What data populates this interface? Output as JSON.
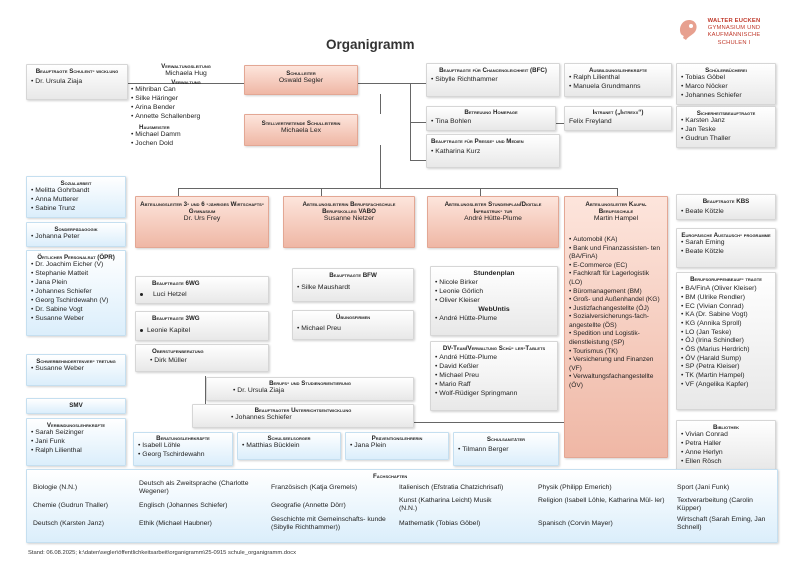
{
  "title": "Organigramm",
  "logo": {
    "line1": "WALTER EUCKEN",
    "line2": "GYMNASIUM UND",
    "line3": "KAUFMÄNNISCHE",
    "line4": "SCHULEN I"
  },
  "schulentwicklung": {
    "title": "Beauftragte Schulent- wicklung",
    "people": [
      "Dr. Ursula Ziaja"
    ]
  },
  "verwaltung": {
    "title1": "Verwaltungsleitung",
    "lead": "Michaela Hug",
    "title2": "Verwaltung",
    "people": [
      "Mihriban Can",
      "Silke Häringer",
      "Arina Bender",
      "Annette Schallenberg"
    ],
    "title3": "Hausmeister",
    "hm": [
      "Michael Damm",
      "Jochen Dold"
    ]
  },
  "schulleiter": {
    "title": "Schulleiter",
    "name": "Oswald Segler"
  },
  "stellvertretend": {
    "title": "Stellvertretende Schulleiterin",
    "name": "Michaela Lex"
  },
  "chancengleichheit": {
    "title": "Beauftragte für Chancengleichheit (BFC)",
    "people": [
      "Sibylle Richthammer"
    ]
  },
  "ausbildung": {
    "title": "Ausbildungslehrkräfte",
    "people": [
      "Ralph Lilienthal",
      "Manuela Grundmanns"
    ]
  },
  "schuelerbuecherei": {
    "title": "Schülerbücherei",
    "people": [
      "Tobias Göbel",
      "Marco Nöcker",
      "Johannes Schiefer"
    ]
  },
  "homepage": {
    "title": "Betreuung Homepage",
    "people": [
      "Tina Bohlen"
    ]
  },
  "intranet": {
    "title": "Intranet („Intrexx“)",
    "name": "Felix Freyland"
  },
  "sicherheit": {
    "title": "Sicherheitsbeauftragte",
    "people": [
      "Karsten Janz",
      "Jan Teske",
      "Gudrun Thaller"
    ]
  },
  "presse": {
    "title": "Beauftragte für Presse- und Medien",
    "people": [
      "Katharina Kurz"
    ]
  },
  "sozialarbeit": {
    "title": "Sozialarbeit",
    "people": [
      "Melitta Gohrbandt",
      "Anna Mutterer",
      "Sabine Trunz"
    ]
  },
  "sonderpaed": {
    "title": "Sonderpädagogik",
    "people": [
      "Johanna Peter"
    ]
  },
  "oepr": {
    "title": "Örtlicher Personalrat (ÖPR)",
    "people": [
      "Dr. Joachim Eicher (V)",
      "Stephanie Matteit",
      "Jana Plein",
      "Johannes Schiefer",
      "Georg Tschirdewahn (V)",
      "Dr. Sabine Vogt",
      "Susanne Weber"
    ]
  },
  "schwerbehindert": {
    "title": "Schwerbehindertenver- tretung",
    "people": [
      "Susanne Weber"
    ]
  },
  "smv": {
    "title": "SMV"
  },
  "verbindung": {
    "title": "Verbindungslehrkräfte",
    "people": [
      "Sarah Seizinger",
      "Jani Funk",
      "Ralph Lilienthal"
    ]
  },
  "al1": {
    "title": "Abteilungsleiter 3- und 6 -jähriges Wirtschafts- Gymnasium",
    "name": "Dr. Urs Frey"
  },
  "al2": {
    "title": "Abteilungsleiterin Berufsfachschule Berufskolleg VABO",
    "name": "Susanne Nietzer"
  },
  "al3": {
    "title": "Abteilungsleiter Stundenplan/Digitale Infrastruk- tur",
    "name": "André Hütte-Plume"
  },
  "al4": {
    "title": "Abteilungsleiter Kaufm. Berufsschule",
    "name": "Martin Hampel",
    "people": [
      "Automobil (KA)",
      "Bank und Finanzassisten- ten (BA/FinA)",
      "E-Commerce (EC)",
      "Fachkraft für Lagerlogistik (LO)",
      "Büromanagement (BM)",
      "Groß- und Außenhandel (KG)",
      "Justizfachangestellte (ÖJ)",
      "Sozialversicherungs-fach- angestellte (ÖS)",
      "Spedition und Logistik- dienstleistung (SP)",
      "Tourismus (TK)",
      "Versicherung und Finanzen (VF)",
      "Verwaltungsfachangestellte (ÖV)"
    ]
  },
  "wg6": {
    "title": "Beauftragte 6WG",
    "name": "Luci Hetzel"
  },
  "wg3": {
    "title": "Beauftragte 3WG",
    "name": "Leonie Kapitel"
  },
  "oberstufe": {
    "title": "Oberstufenberatung",
    "people": [
      "Dirk Müller"
    ]
  },
  "bfw": {
    "title": "Beauftragte BFW",
    "people": [
      "Silke Maushardt"
    ]
  },
  "uebungsfirmen": {
    "title": "Übungsfirmen",
    "people": [
      "Michael Preu"
    ]
  },
  "stundenplan": {
    "title": "Stundenplan",
    "people": [
      "Nicole Birker",
      "Leonie Görlich",
      "Oliver Kleiser"
    ],
    "title2": "WebUntis",
    "people2": [
      "André Hütte-Plume"
    ]
  },
  "dvteam": {
    "title": "DV-Team/Verwaltung Schü- ler-Tablets",
    "people": [
      "André Hütte-Plume",
      "David Keßler",
      "Michael Preu",
      "Mario Raff",
      "Wolf-Rüdiger Springmann"
    ]
  },
  "kbs": {
    "title": "Beauftragte KBS",
    "people": [
      "Beate Kötzle"
    ]
  },
  "europa": {
    "title": "Europäische Austausch- programme",
    "people": [
      "Sarah Eming",
      "Beate Kötzle"
    ]
  },
  "berufsgruppen": {
    "title": "Berufsgruppenbeauf- tragte",
    "people": [
      "BA/FinA (Oliver Kleiser)",
      "BM (Ulrike Rendler)",
      "EC (Vivian Conrad)",
      "KA (Dr. Sabine Vogt)",
      "KG (Annika Sproll)",
      "LO (Jan Teske)",
      "ÖJ (Irina Schindler)",
      "ÖS (Marius Herdrich)",
      "ÖV (Harald Sump)",
      "SP (Petra Kleiser)",
      "TK (Martin Hampel)",
      "VF (Angelika Kapfer)"
    ]
  },
  "bibliothek": {
    "title": "Bibliothek",
    "people": [
      "Vivian Conrad",
      "Petra Haller",
      "Anne Herlyn",
      "Ellen Rösch"
    ]
  },
  "berufsorientierung": {
    "title": "Berufs- und Studienorientierung",
    "people": [
      "Dr. Ursula Ziaja"
    ]
  },
  "unterrichtsentwicklung": {
    "title": "Beauftragter Unterrichtsentwicklung",
    "people": [
      "Johannes Schiefer"
    ]
  },
  "beratung": {
    "title": "Beratungslehrkräfte",
    "people": [
      "Isabell Löhle",
      "Georg Tschirdewahn"
    ]
  },
  "seelsorger": {
    "title": "Schulseelsorger",
    "people": [
      "Matthias Bücklein"
    ]
  },
  "praevention": {
    "title": "Präventionslehrerin",
    "people": [
      "Jana Plein"
    ]
  },
  "sanitaeter": {
    "title": "Schulsanitäter",
    "people": [
      "Tilmann Berger"
    ]
  },
  "fachschaften": {
    "title": "Fachschaften",
    "items": [
      "Biologie (N.N.)",
      "Deutsch als Zweitsprache (Charlotte Wegener)",
      "Französisch (Katja Gremels)",
      "Italienisch (Efstratia Chatzichrisafi)",
      "Physik (Philipp Emerich)",
      "Sport (Jani Funk)",
      "Chemie (Gudrun Thaller)",
      "Englisch (Johannes Schiefer)",
      "Geografie (Annette Dörr)",
      "Kunst (Katharina Leicht) Musik (N.N.)",
      "Religion (Isabell Löhle, Katharina Mül- ler)",
      "Textverarbeitung (Carolin Küpper)",
      "Deutsch (Karsten Janz)",
      "Ethik (Michael Haubner)",
      "Geschichte mit Gemeinschafts- kunde (Sibylle Richthammer))",
      "Mathematik (Tobias Göbel)",
      "Spanisch (Corvin Mayer)",
      "Wirtschaft (Sarah Eming, Jan Schnell)"
    ]
  },
  "footer": "Stand: 06.08.2025; k:\\daten\\segler\\öffentlichkeitsarbeit\\organigramm\\25-0915 schule_organigramm.docx"
}
